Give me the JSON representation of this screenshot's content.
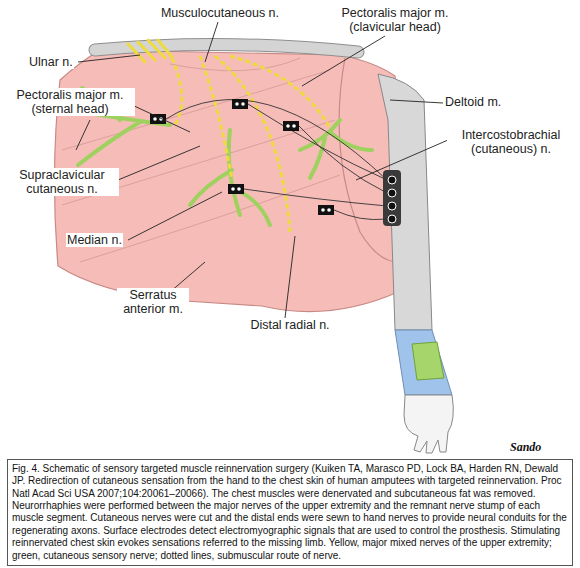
{
  "diagram": {
    "caption": "Fig. 4. Schematic of sensory targeted muscle reinnervation surgery (Kuiken TA, Marasco PD, Lock BA, Harden RN, Dewald JP. Redirection of cutaneous sensation from the hand to the chest skin of human amputees with targeted reinnervation. Proc Natl Acad Sci USA 2007;104:20061–20066). The chest muscles were denervated and subcutaneous fat was removed. Neurorrhaphies were performed between the major nerves of the upper extremity and the remnant nerve stump of each muscle segment. Cutaneous nerves were cut and the distal ends were sewn to hand nerves to provide neural conduits for the regenerating axons. Surface electrodes detect electromyographic signals that are used to control the prosthesis. Stimulating reinnervated chest skin evokes sensations referred to the missing limb. Yellow, major mixed nerves of the upper extremity; green, cutaneous sensory nerve; dotted lines, submuscular route of nerve.",
    "labels": [
      "Musculocutaneous n.",
      "Ulnar n.",
      "Pectoralis major m. (clavicular head)",
      "Deltoid m.",
      "Pectoralis major m. (sternal head)",
      "Intercostobrachial (cutaneous) n.",
      "Supraclavicular cutaneous n.",
      "Median n.",
      "Serratus anterior m.",
      "Distal radial n.",
      "Sando"
    ]
  }
}
